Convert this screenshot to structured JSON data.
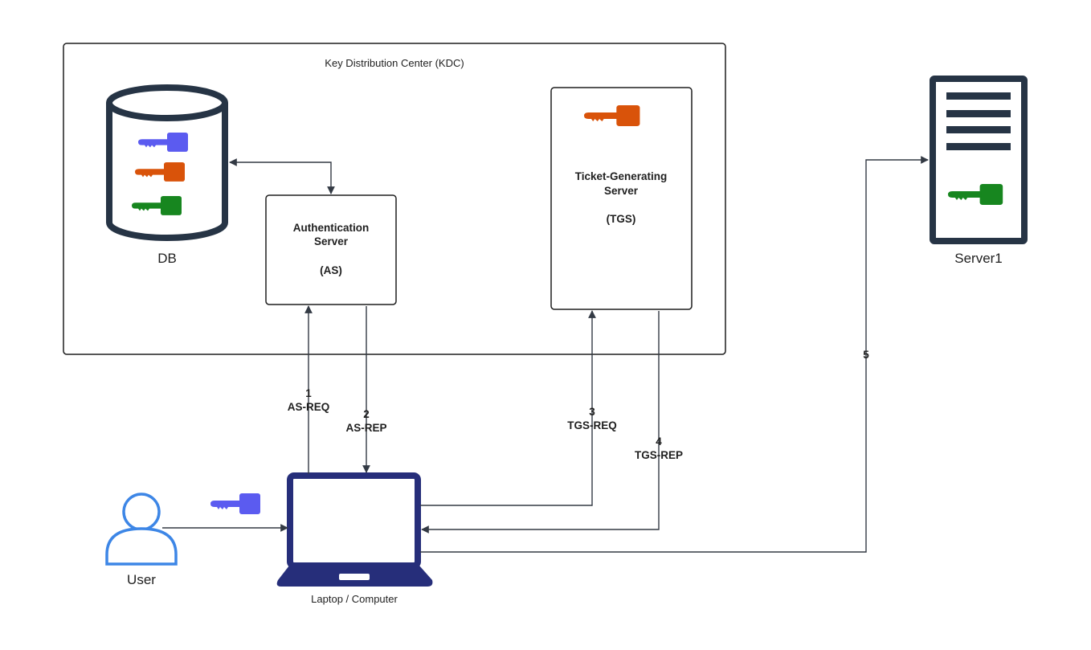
{
  "kdc": {
    "label": "Key Distribution Center (KDC)"
  },
  "db": {
    "label": "DB"
  },
  "as_server": {
    "line1": "Authentication",
    "line2": "Server",
    "abbr": "(AS)"
  },
  "tgs_server": {
    "line1": "Ticket-Generating",
    "line2": "Server",
    "abbr": "(TGS)"
  },
  "server1": {
    "label": "Server1"
  },
  "user": {
    "label": "User"
  },
  "laptop": {
    "label": "Laptop / Computer"
  },
  "flows": [
    {
      "num": "1",
      "label": "AS-REQ"
    },
    {
      "num": "2",
      "label": "AS-REP"
    },
    {
      "num": "3",
      "label": "TGS-REQ"
    },
    {
      "num": "4",
      "label": "TGS-REP"
    },
    {
      "num": "5",
      "label": ""
    }
  ],
  "colors": {
    "user_key": "#5b5bf0",
    "tgs_key": "#d9530a",
    "server_key": "#17861f",
    "laptop": "#262e7a",
    "server": "#263445",
    "user_icon": "#3d86e6",
    "db": "#263445"
  }
}
